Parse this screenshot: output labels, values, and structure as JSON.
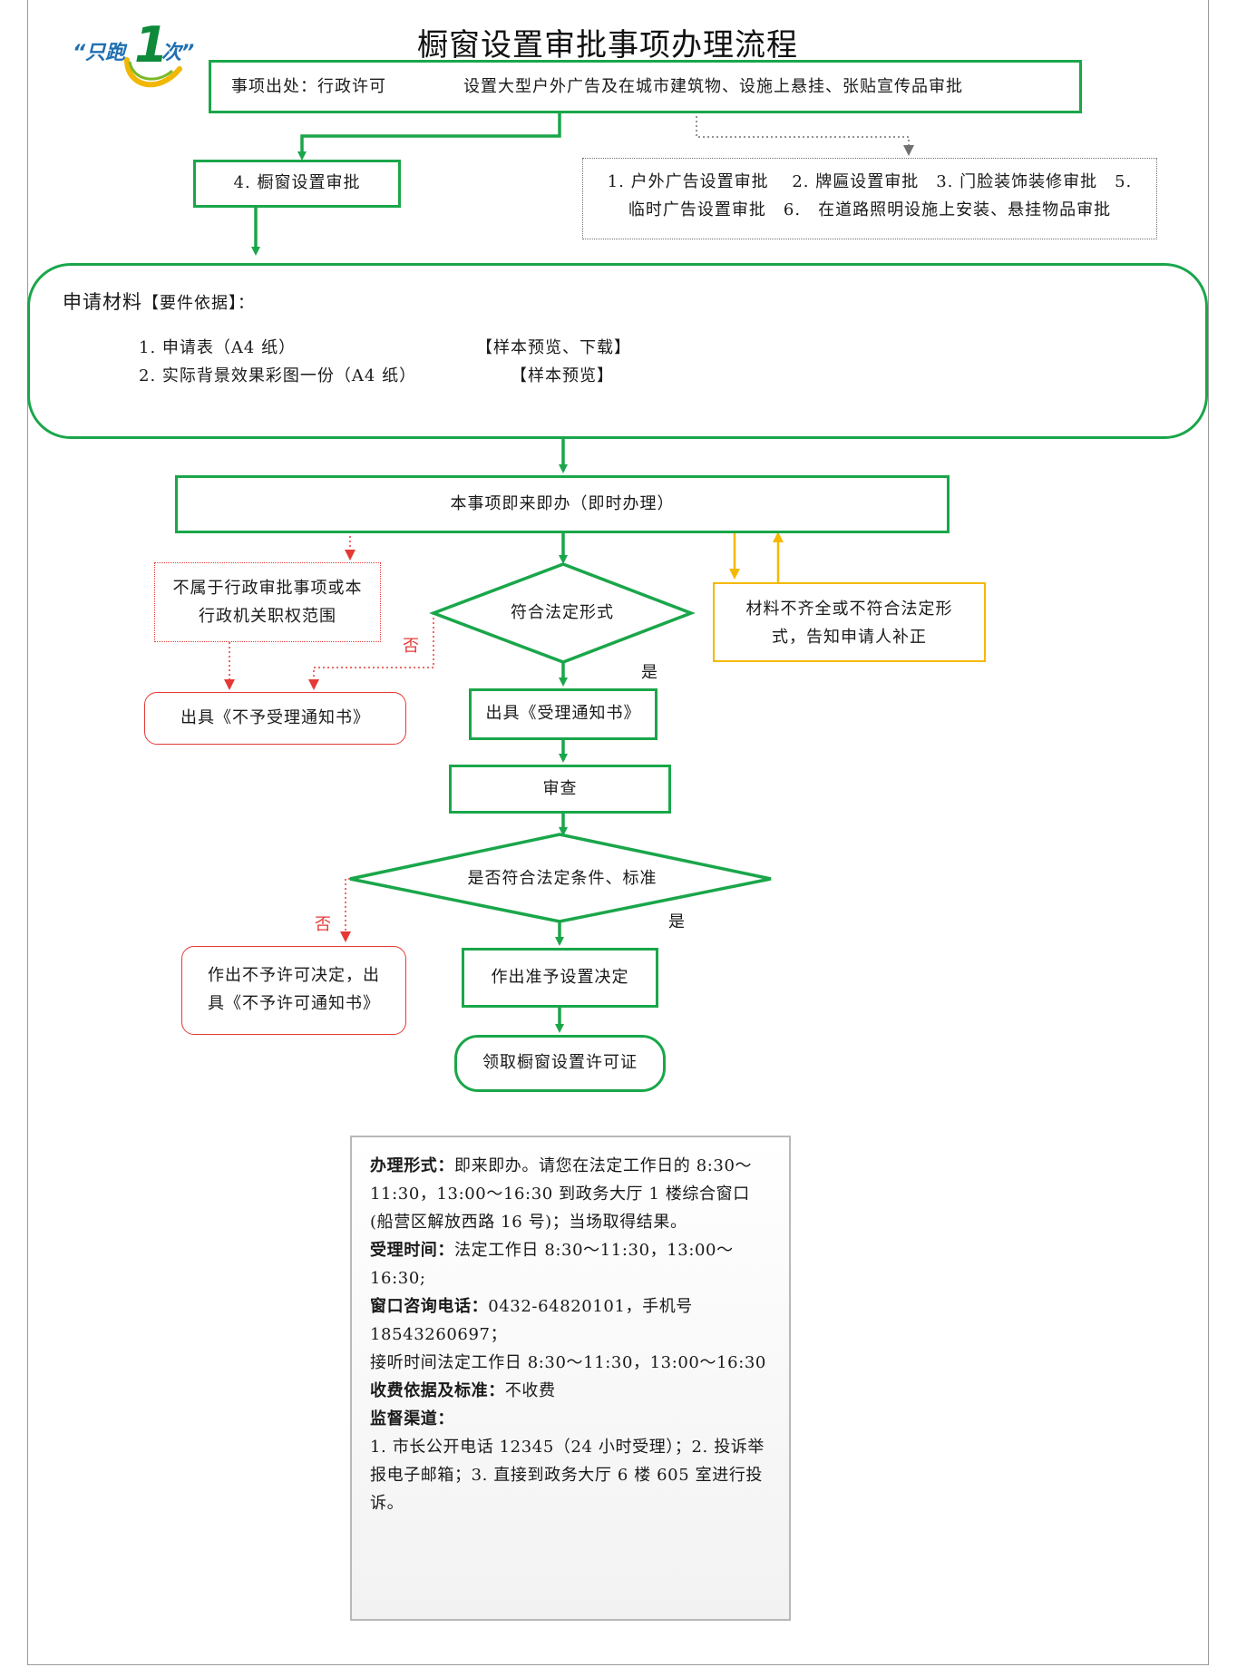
{
  "title": "橱窗设置审批事项办理流程",
  "logo": {
    "text_left": "“只跑",
    "text_num": "1",
    "text_right": "次”"
  },
  "source": {
    "label": "事项出处：行政许可",
    "item": "设置大型户外广告及在城市建筑物、设施上悬挂、张贴宣传品审批"
  },
  "subitem_selected": "4. 橱窗设置审批",
  "subitems_other": {
    "line1": "1. 户外广告设置审批　 2. 牌匾设置审批　3. 门脸装饰装修审批　5.",
    "line2": "临时广告设置审批　6.　在道路照明设施上安装、悬挂物品审批"
  },
  "materials": {
    "heading": "申请材料",
    "basis": "【要件依据】：",
    "items": [
      {
        "name": "1. 申请表（A4 纸）",
        "link": "【样本预览、下载】"
      },
      {
        "name": "2. 实际背景效果彩图一份（A4 纸）",
        "link": "【样本预览】"
      }
    ]
  },
  "instant": "本事项即来即办（即时办理）",
  "not_in_scope": {
    "line1": "不属于行政审批事项或本",
    "line2": "行政机关职权范围"
  },
  "check_form": "符合法定形式",
  "incomplete": {
    "line1": "材料不齐全或不符合法定形",
    "line2": "式，告知申请人补正"
  },
  "no_label": "否",
  "yes_label": "是",
  "reject_notice": "出具《不予受理通知书》",
  "accept_notice": "出具《受理通知书》",
  "review": "审查",
  "check_standard": "是否符合法定条件、标准",
  "deny": {
    "line1": "作出不予许可决定，出",
    "line2": "具《不予许可通知书》"
  },
  "approve": "作出准予设置决定",
  "collect": "领取橱窗设置许可证",
  "info": {
    "form_label": "办理形式：",
    "form_text": "即来即办。请您在法定工作日的 8:30～11:30，13:00～16:30 到政务大厅 1 楼综合窗口(船营区解放西路 16 号)；当场取得结果。",
    "time_label": "受理时间：",
    "time_text": "法定工作日 8:30～11:30，13:00～16:30;",
    "phone_label": "窗口咨询电话：",
    "phone_text": "0432-64820101，手机号 18543260697；",
    "phone_hours": "接听时间法定工作日 8:30～11:30，13:00～16:30",
    "fee_label": "收费依据及标准：",
    "fee_text": "不收费",
    "supervise_label": "监督渠道：",
    "supervise_text": "1. 市长公开电话 12345（24 小时受理）；2. 投诉举报电子邮箱；3. 直接到政务大厅 6 楼 605 室进行投诉。"
  },
  "colors": {
    "green": "#1aa64a",
    "red": "#e53935",
    "yellow": "#f5b800",
    "gray": "#707070"
  }
}
